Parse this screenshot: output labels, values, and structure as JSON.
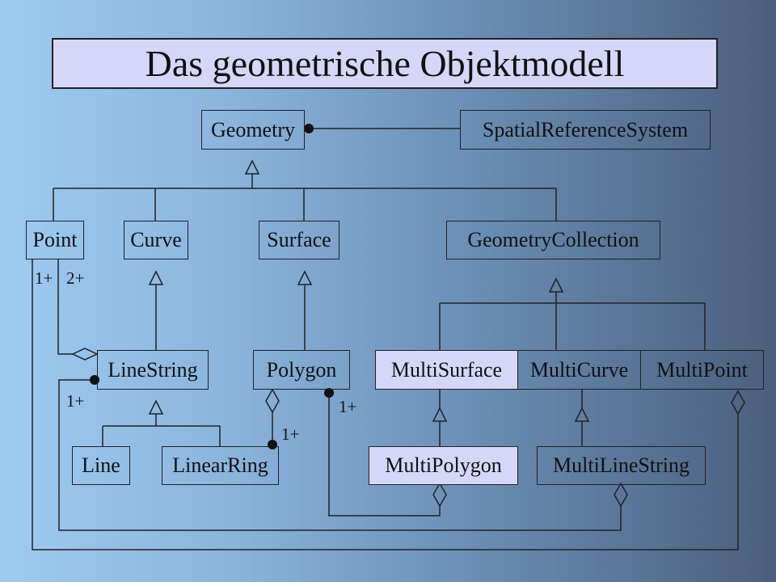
{
  "title": "Das geometrische Objektmodell",
  "classes": {
    "geometry": "Geometry",
    "spatial_reference_system": "SpatialReferenceSystem",
    "point": "Point",
    "curve": "Curve",
    "surface": "Surface",
    "geometry_collection": "GeometryCollection",
    "line_string": "LineString",
    "polygon": "Polygon",
    "multi_surface": "MultiSurface",
    "multi_curve": "MultiCurve",
    "multi_point": "MultiPoint",
    "line": "Line",
    "linear_ring": "LinearRing",
    "multi_polygon": "MultiPolygon",
    "multi_line_string": "MultiLineString"
  },
  "multiplicities": {
    "point_to_linestring": "1+",
    "linestring_points": "2+",
    "linestring_to_multilinestring": "1+",
    "linearring_to_polygon": "1+",
    "polygon_to_multipolygon": "1+"
  },
  "colors": {
    "highlight_fill": "#d6d7f8",
    "line": "#222222"
  }
}
